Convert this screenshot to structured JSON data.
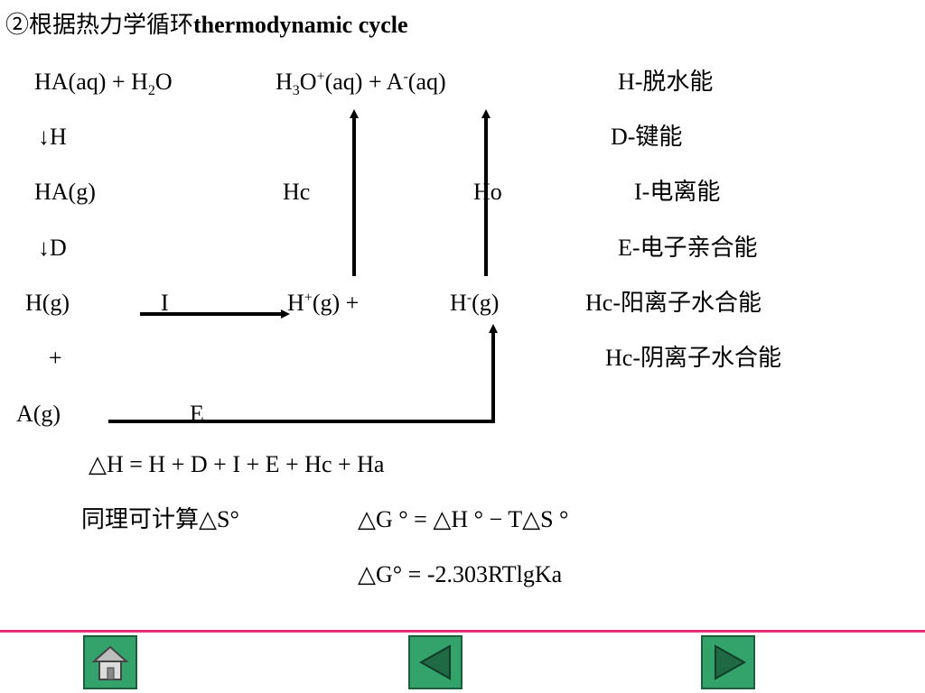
{
  "title": {
    "prefix": "②根据热力学循环",
    "bold": "thermodynamic cycle"
  },
  "row1": {
    "left": "HA(aq) +  H",
    "left_sub": "2",
    "left_end": "O",
    "mid_a": "H",
    "mid_sub": "3",
    "mid_b": "O",
    "mid_sup": "+",
    "mid_c": "(aq) + A",
    "mid_sup2": "-",
    "mid_d": "(aq)",
    "legend": "H-脱水能"
  },
  "row2": {
    "left": "↓H",
    "legend": "D-键能"
  },
  "row3": {
    "left": "HA(g)",
    "hc": "Hc",
    "ho": "Ho",
    "legend": "I-电离能"
  },
  "row4": {
    "left": "↓D",
    "legend": "E-电子亲合能"
  },
  "row5": {
    "left": "H(g)",
    "i": "I",
    "hplus_a": "H",
    "hplus_sup": "+",
    "hplus_b": "(g)  +",
    "hminus_a": "H",
    "hminus_sup": "-",
    "hminus_b": "(g)",
    "legend": "Hc-阳离子水合能"
  },
  "row6": {
    "left": "+",
    "legend": "Hc-阴离子水合能"
  },
  "row7": {
    "left": "A(g)",
    "e": "E"
  },
  "equation": "△H = H + D + I + E + Hc + Ha",
  "line_s": "同理可计算△S°",
  "line_g1": "△G ° = △H ° − T△S °",
  "line_g2": "△G° = -2.303RTlgKa",
  "colors": {
    "divider": "#e0307a",
    "nav_fill": "#33a36b",
    "nav_border": "#1b5e3d"
  },
  "nav": {
    "home": "home-icon",
    "prev": "triangle-left-icon",
    "next": "triangle-right-icon"
  }
}
